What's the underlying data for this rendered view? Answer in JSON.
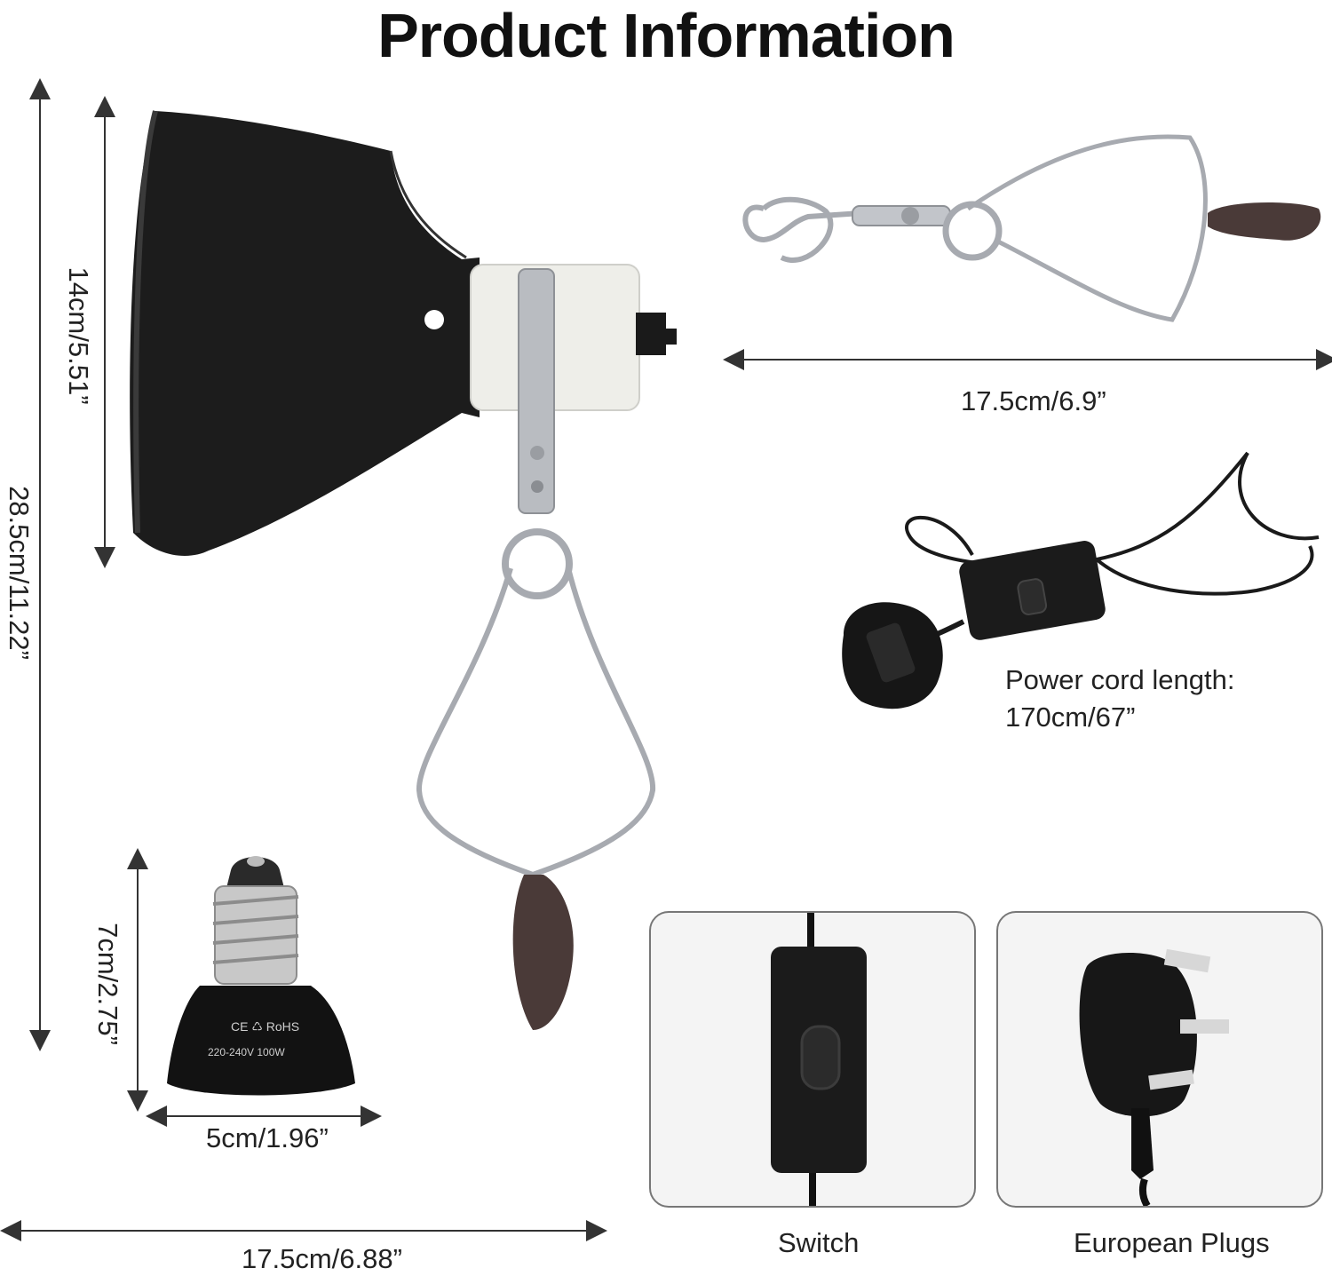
{
  "title": "Product Information",
  "dimensions": {
    "total_height": "28.5cm/11.22”",
    "shade_height": "14cm/5.51”",
    "total_width": "17.5cm/6.88”",
    "clamp_width": "17.5cm/6.9”",
    "bulb_height": "7cm/2.75”",
    "bulb_width": "5cm/1.96”"
  },
  "power_cord": {
    "line1": "Power cord length:",
    "line2": "170cm/67”"
  },
  "bulb_markings": {
    "marks": "CE ♺ RoHS",
    "rating": "220-240V 100W"
  },
  "panels": {
    "switch_label": "Switch",
    "plug_label": "European Plugs"
  },
  "colors": {
    "shade": "#1a1a1a",
    "metal": "#b8bcc2",
    "ceramic": "#eeeeea",
    "grip": "#4a3a38"
  }
}
